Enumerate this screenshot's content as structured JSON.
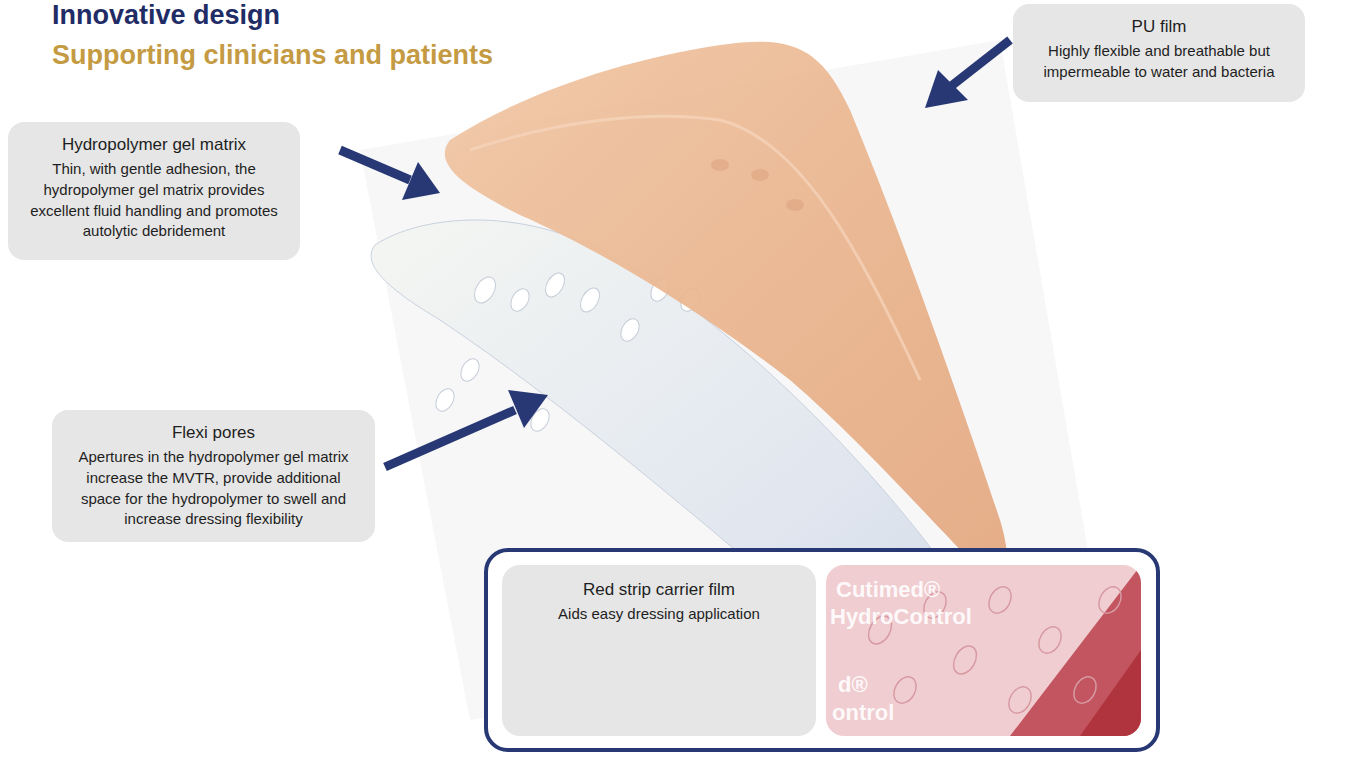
{
  "diagram": {
    "title": "Innovative design",
    "nodes": [
      {
        "text": [
          "PU film",
          "Highly flexible and breathable but impermeable to water and bacteria"
        ]
      },
      {
        "text": [
          "Hydropolymer gel matrix",
          "Thin, with gentle adhesion, the hydropolymer gel matrix provides excellent fluid handling and promotes autolytic debridement"
        ]
      },
      {
        "text": [
          "Flexi pores",
          "Apertures in the hydropolymer gel matrix increase the MVTR, provide additional space for the hydropolymer to swell and increase dressing flexibility"
        ]
      },
      {
        "text": [
          "Red strip carrier film",
          "Aids easy dressing application"
        ]
      }
    ],
    "labels": [
      "Supporting clinicians and patients",
      "Cutimed®",
      "HydroControl",
      "d®",
      "ontrol"
    ]
  }
}
